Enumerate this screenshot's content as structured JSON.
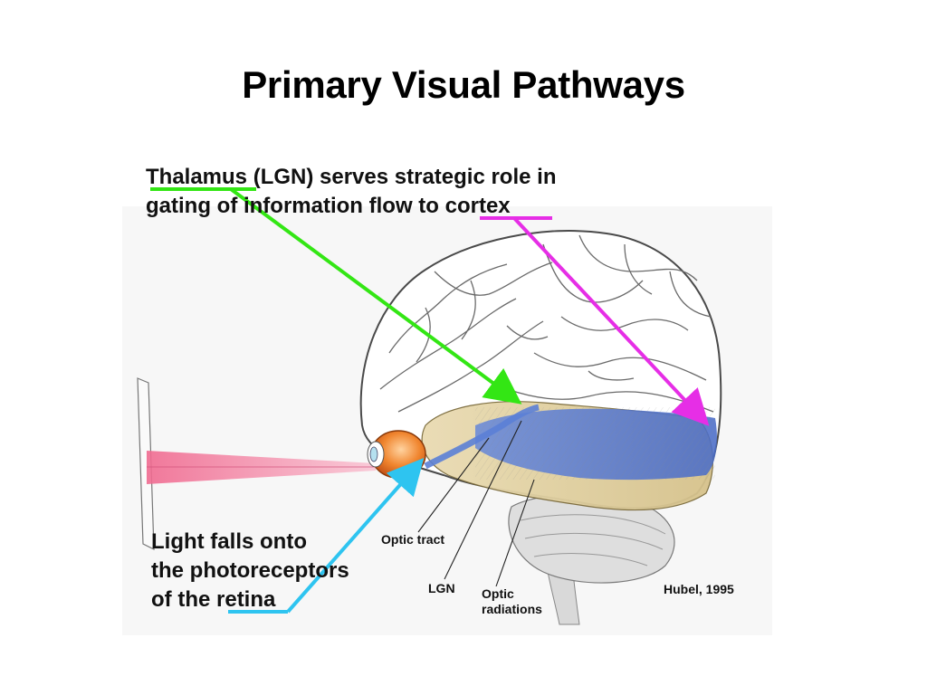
{
  "title": "Primary Visual Pathways",
  "thalamus_callout": {
    "part1": "Thalamus",
    "part2": " (LGN) serves strategic role in",
    "part3": "gating of information flow to ",
    "part4": "cortex"
  },
  "retina_callout": {
    "line1": "Light falls onto",
    "line2": "the photoreceptors",
    "line3_prefix": "of the ",
    "line3_word": "retina"
  },
  "labels": {
    "optic_tract": "Optic tract",
    "lgn": "LGN",
    "optic_radiations_line1": "Optic",
    "optic_radiations_line2": "radiations",
    "credit": "Hubel, 1995"
  },
  "colors": {
    "thalamus_arrow": "#33e614",
    "cortex_arrow": "#e62ee6",
    "retina_arrow": "#2ec4f0",
    "light_beam": "#f28aa8",
    "visual_pathway": "#4a6fd1",
    "eye": "#f07a2a"
  }
}
